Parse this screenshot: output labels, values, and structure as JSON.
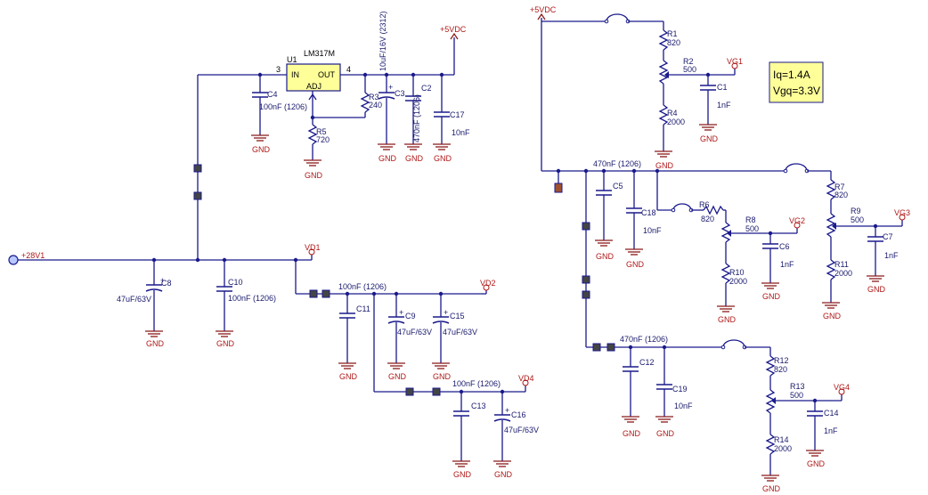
{
  "regulator": {
    "ref": "U1",
    "part": "LM317M",
    "pin_in": "IN",
    "pin_out": "OUT",
    "pin_adj": "ADJ",
    "pin3": "3",
    "pin4": "4"
  },
  "power": {
    "vin": "+28V1",
    "v5": "+5VDC"
  },
  "ground_label": "GND",
  "note": {
    "line1": "Iq=1.4A",
    "line2": "Vgq=3.3V"
  },
  "parts": {
    "C4": {
      "ref": "C4",
      "value": "100nF (1206)"
    },
    "R3": {
      "ref": "R3",
      "value": "240"
    },
    "R5": {
      "ref": "R5",
      "value": "720"
    },
    "C3": {
      "ref": "C3",
      "value": "10uF/16V (2312)"
    },
    "C2": {
      "ref": "C2",
      "value": "470nF (1206)"
    },
    "C17": {
      "ref": "C17",
      "value": "10nF"
    },
    "C8": {
      "ref": "C8",
      "value": "47uF/63V"
    },
    "C10": {
      "ref": "C10",
      "value": "100nF (1206)"
    },
    "C11": {
      "ref": "C11",
      "value": "100nF (1206)"
    },
    "C9": {
      "ref": "C9",
      "value": "47uF/63V"
    },
    "C15": {
      "ref": "C15",
      "value": "47uF/63V"
    },
    "C13": {
      "ref": "C13",
      "value": "100nF (1206)"
    },
    "C16": {
      "ref": "C16",
      "value": "47uF/63V"
    },
    "R1": {
      "ref": "R1",
      "value": "820"
    },
    "R2": {
      "ref": "R2",
      "value": "500"
    },
    "R4": {
      "ref": "R4",
      "value": "2000"
    },
    "C1": {
      "ref": "C1",
      "value": "1nF"
    },
    "C5": {
      "ref": "C5",
      "value": "470nF (1206)"
    },
    "C18": {
      "ref": "C18",
      "value": "10nF"
    },
    "R6": {
      "ref": "R6",
      "value": "820"
    },
    "R8": {
      "ref": "R8",
      "value": "500"
    },
    "R10": {
      "ref": "R10",
      "value": "2000"
    },
    "C6": {
      "ref": "C6",
      "value": "1nF"
    },
    "R7": {
      "ref": "R7",
      "value": "820"
    },
    "R9": {
      "ref": "R9",
      "value": "500"
    },
    "R11": {
      "ref": "R11",
      "value": "2000"
    },
    "C7": {
      "ref": "C7",
      "value": "1nF"
    },
    "C12": {
      "ref": "C12",
      "value": "470nF (1206)"
    },
    "C19": {
      "ref": "C19",
      "value": "10nF"
    },
    "R12": {
      "ref": "R12",
      "value": "820"
    },
    "R13": {
      "ref": "R13",
      "value": "500"
    },
    "R14": {
      "ref": "R14",
      "value": "2000"
    },
    "C14": {
      "ref": "C14",
      "value": "1nF"
    }
  },
  "nets": {
    "VD1": "VD1",
    "VD2": "VD2",
    "VD4": "VD4",
    "VG1": "VG1",
    "VG2": "VG2",
    "VG3": "VG3",
    "VG4": "VG4"
  },
  "colors": {
    "wire": "#1a1a8c",
    "power_label": "#b01818",
    "note_bg": "#ffff99",
    "chip_bg": "#ffff99"
  }
}
